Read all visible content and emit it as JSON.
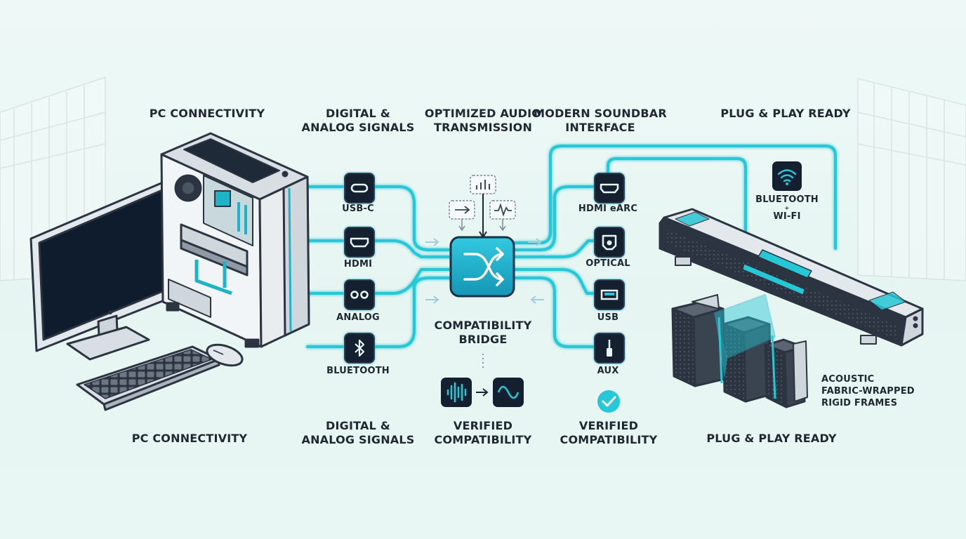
{
  "top_headers": {
    "pc_connectivity": "PC CONNECTIVITY",
    "signals_line1": "DIGITAL &",
    "signals_line2": "ANALOG SIGNALS",
    "transmission_line1": "OPTIMIZED AUDIO",
    "transmission_line2": "TRANSMISSION",
    "interface_line1": "MODERN SOUNDBAR",
    "interface_line2": "INTERFACE",
    "plug_play": "PLUG & PLAY READY"
  },
  "input_ports": [
    {
      "label": "USB-C",
      "icon": "usb-c-icon"
    },
    {
      "label": "HDMI",
      "icon": "hdmi-icon"
    },
    {
      "label": "ANALOG",
      "icon": "analog-rca-icon"
    },
    {
      "label": "BLUETOOTH",
      "icon": "bluetooth-icon"
    }
  ],
  "output_ports": [
    {
      "label": "HDMI eARC",
      "icon": "hdmi-icon"
    },
    {
      "label": "OPTICAL",
      "icon": "optical-icon"
    },
    {
      "label": "USB",
      "icon": "usb-icon"
    },
    {
      "label": "AUX",
      "icon": "aux-jack-icon"
    }
  ],
  "bridge": {
    "line1": "COMPATIBILITY",
    "line2": "BRIDGE",
    "icon": "shuffle-icon"
  },
  "wireless": {
    "line1": "BLUETOOTH",
    "plus": "+",
    "line2": "WI-FI",
    "icon": "wifi-icon"
  },
  "panels_caption": {
    "line1": "ACOUSTIC",
    "line2": "FABRIC-WRAPPED",
    "line3": "RIGID FRAMES"
  },
  "bottom_labels": {
    "pc_connectivity": "PC CONNECTIVITY",
    "signals_line1": "DIGITAL &",
    "signals_line2": "ANALOG SIGNALS",
    "verified_a_line1": "VERIFIED",
    "verified_a_line2": "COMPATIBILITY",
    "verified_b_line1": "VERIFIED",
    "verified_b_line2": "COMPATIBILITY",
    "plug_play": "PLUG & PLAY READY"
  },
  "colors": {
    "accent": "#26c7d6",
    "dark": "#142030",
    "background": "#eaf7f4"
  }
}
